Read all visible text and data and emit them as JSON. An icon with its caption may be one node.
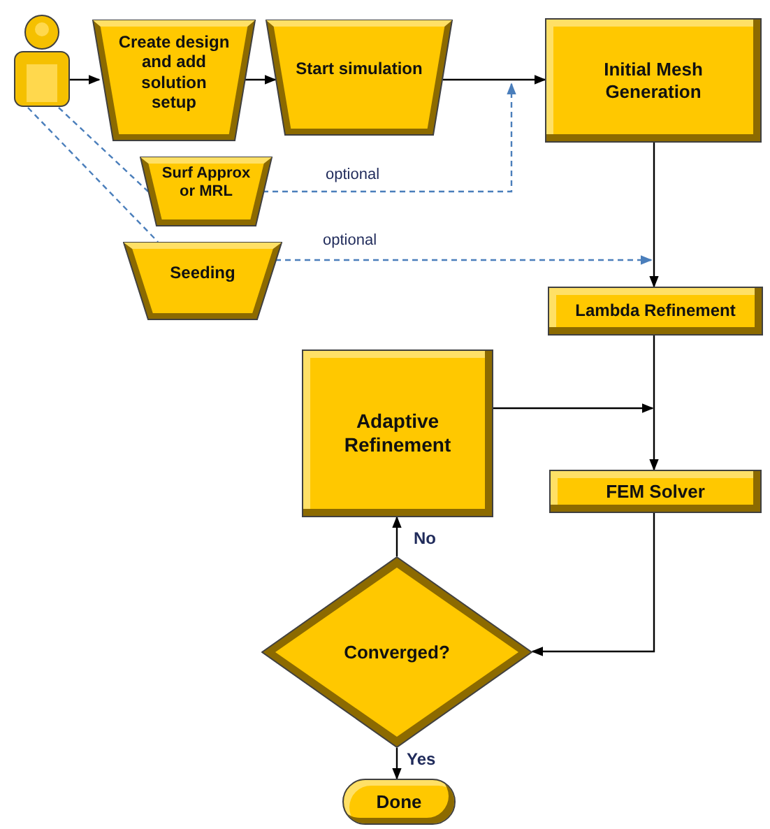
{
  "diagram": {
    "nodes": [
      {
        "text": [],
        "shape": "person"
      },
      {
        "text": [
          "Create design and add solution setup"
        ]
      },
      {
        "text": [
          "Start simulation"
        ]
      },
      {
        "text": [
          "Initial Mesh Generation"
        ]
      },
      {
        "text": [
          "Surf Approx or MRL"
        ]
      },
      {
        "text": [
          "Seeding"
        ]
      },
      {
        "text": [
          "Lambda Refinement"
        ]
      },
      {
        "text": [
          "Adaptive Refinement"
        ]
      },
      {
        "text": [
          "FEM  Solver"
        ]
      },
      {
        "text": [
          "Converged?"
        ]
      },
      {
        "text": [
          "Done"
        ]
      }
    ],
    "edges": [
      {
        "from": 0,
        "to": 1,
        "arrow": "to"
      },
      {
        "from": 1,
        "to": 2,
        "arrow": "to"
      },
      {
        "from": 2,
        "to": 3,
        "arrow": "to"
      },
      {
        "from": 0,
        "to": 4,
        "arrow": "none",
        "style": "dashed",
        "color": "#4a7ebb"
      },
      {
        "from": 0,
        "to": 5,
        "arrow": "none",
        "style": "dashed",
        "color": "#4a7ebb"
      },
      {
        "from": 4,
        "to": 3,
        "arrow": "to",
        "label": "optional",
        "style": "dashed",
        "color": "#4a7ebb"
      },
      {
        "from": 5,
        "to": 6,
        "arrow": "to",
        "label": "optional",
        "style": "dashed",
        "color": "#4a7ebb"
      },
      {
        "from": 3,
        "to": 6,
        "arrow": "to"
      },
      {
        "from": 6,
        "to": 8,
        "arrow": "to"
      },
      {
        "from": 7,
        "to": null,
        "arrow": "to"
      },
      {
        "from": 8,
        "to": 9,
        "arrow": "to"
      },
      {
        "from": 9,
        "to": 7,
        "arrow": "to",
        "label": "No"
      },
      {
        "from": 9,
        "to": 10,
        "arrow": "to",
        "label": "Yes"
      }
    ]
  }
}
